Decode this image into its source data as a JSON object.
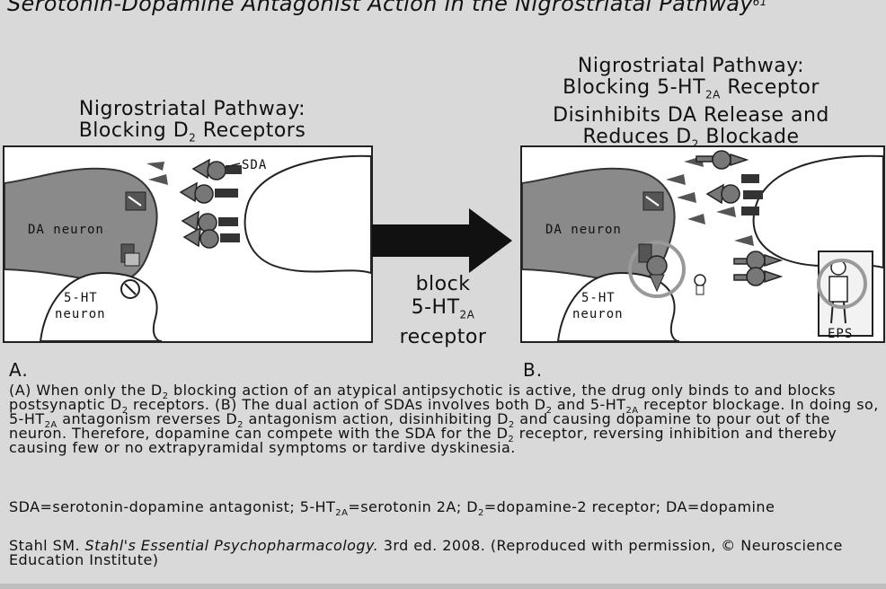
{
  "title": {
    "text": "Serotonin-Dopamine Antagonist Action in the Nigrostriatal Pathway",
    "ref": "61"
  },
  "panel_a": {
    "heading_line1": "Nigrostriatal Pathway:",
    "heading_line2_pre": "Blocking D",
    "heading_line2_sub": "2",
    "heading_line2_post": " Receptors",
    "label_sda": "SDA",
    "label_da_neuron": "DA neuron",
    "label_5ht_line1": "5-HT",
    "label_5ht_line2": "neuron",
    "letter": "A."
  },
  "panel_b": {
    "heading_line1": "Nigrostriatal Pathway:",
    "heading_line2_pre": "Blocking 5-HT",
    "heading_line2_sub": "2A",
    "heading_line2_post": " Receptor",
    "heading_line3": "Disinhibits DA Release and",
    "heading_line4_pre": "Reduces D",
    "heading_line4_sub": "2",
    "heading_line4_post": " Blockade",
    "label_da_neuron": "DA neuron",
    "label_5ht_line1": "5-HT",
    "label_5ht_line2": "neuron",
    "label_eps": "EPS",
    "letter": "B."
  },
  "middle": {
    "line1": "block",
    "line2_pre": "5-HT",
    "line2_sub": "2A",
    "line3": "receptor"
  },
  "caption": {
    "p1_a": "(A) When only the D",
    "p1_sub1": "2",
    "p1_b": " blocking action of an atypical antipsychotic is active, the drug only binds to and blocks postsynaptic D",
    "p1_sub2": "2",
    "p1_c": " receptors. (B) The dual action of SDAs involves both D",
    "p1_sub3": "2",
    "p1_d": " and 5-HT",
    "p1_sub4": "2A",
    "p1_e": " receptor blockage. In doing so, 5-HT",
    "p1_sub5": "2A",
    "p1_f": " antagonism reverses D",
    "p1_sub6": "2",
    "p1_g": " antagonism action, disinhibiting D",
    "p1_sub7": "2",
    "p1_h": " and causing dopamine to pour out of the neuron. Therefore, dopamine can compete with the SDA for the D",
    "p1_sub8": "2",
    "p1_i": " receptor, reversing inhibition and thereby causing few or no extrapyramidal symptoms or tardive dyskinesia.",
    "p2_a": "SDA=serotonin-dopamine antagonist; 5-HT",
    "p2_sub1": "2A",
    "p2_b": "=serotonin 2A; D",
    "p2_sub2": "2",
    "p2_c": "=dopamine-2 receptor; DA=dopamine",
    "p3_a": "Stahl SM. ",
    "p3_italic": "Stahl's Essential Psychopharmacology.",
    "p3_b": " 3rd ed. 2008. (Reproduced with permission, © Neuroscience Education Institute)"
  }
}
